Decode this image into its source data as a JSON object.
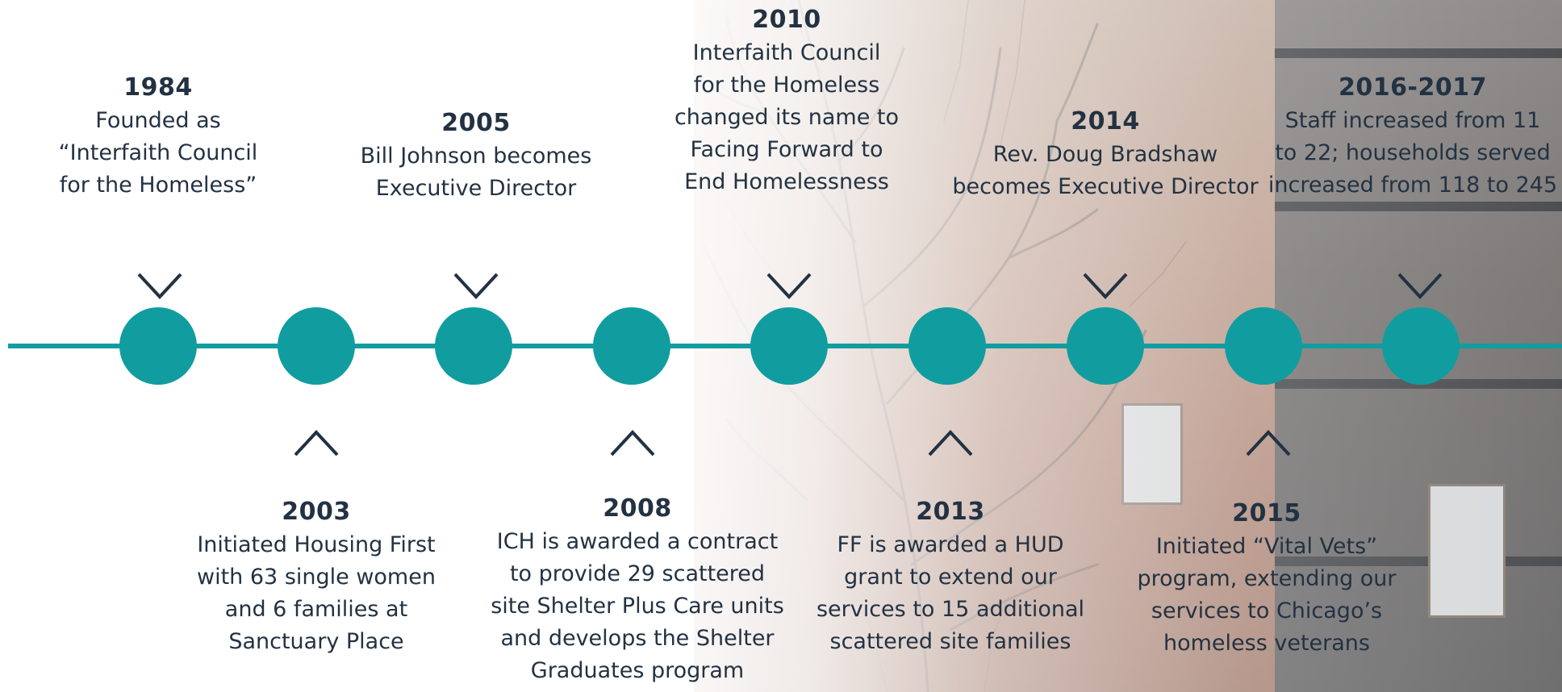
{
  "colors": {
    "accent": "#119d9f",
    "text": "#233242"
  },
  "events_top": [
    {
      "year": "1984",
      "description": "Founded as\n“Interfaith Council\nfor the Homeless”"
    },
    {
      "year": "2005",
      "description": "Bill Johnson becomes\nExecutive Director"
    },
    {
      "year": "2010",
      "description": "Interfaith Council\nfor the Homeless\nchanged its name to\nFacing Forward to\nEnd Homelessness"
    },
    {
      "year": "2014",
      "description": "Rev. Doug Bradshaw\nbecomes Executive Director"
    },
    {
      "year": "2016-2017",
      "description": "Staff increased from 11\nto 22; households served\nincreased from 118 to 245"
    }
  ],
  "events_bottom": [
    {
      "year": "2003",
      "description": "Initiated Housing First\nwith 63 single women\nand 6 families at\nSanctuary Place"
    },
    {
      "year": "2008",
      "description": "ICH is awarded a contract\nto provide 29 scattered\nsite Shelter Plus Care units\nand develops the Shelter\nGraduates program"
    },
    {
      "year": "2013",
      "description": "FF is awarded a HUD\ngrant to extend our\nservices to 15 additional\nscattered site families"
    },
    {
      "year": "2015",
      "description": "Initiated “Vital Vets”\nprogram, extending our\nservices to Chicago’s\nhomeless veterans"
    }
  ]
}
